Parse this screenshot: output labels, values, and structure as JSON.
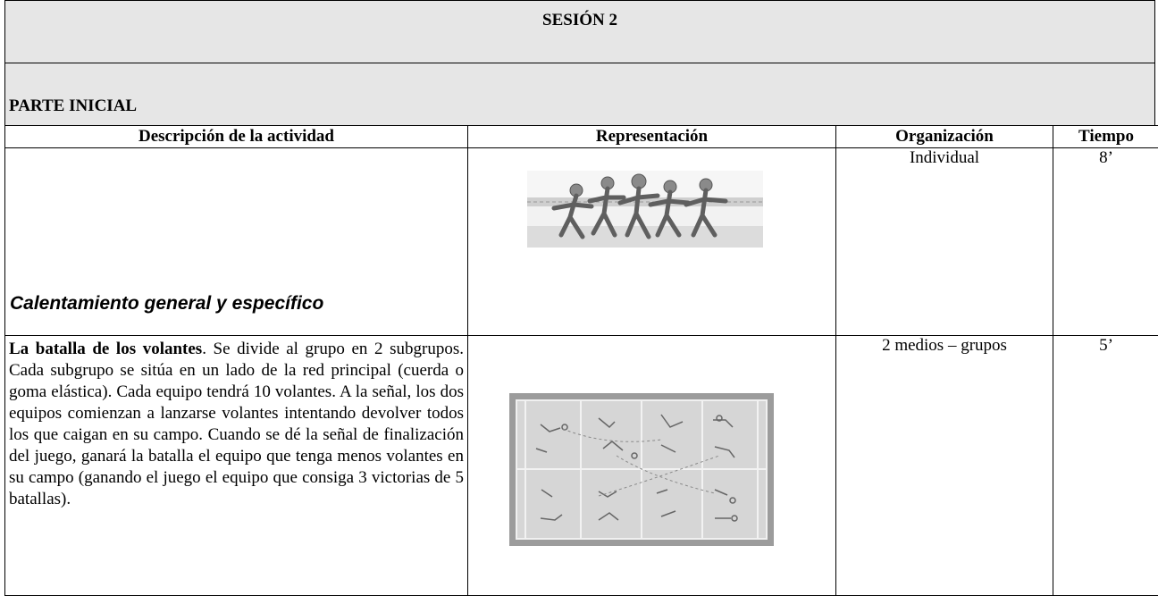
{
  "session_title": "SESIÓN 2",
  "part_title": "PARTE INICIAL",
  "table": {
    "headers": [
      "Descripción de la actividad",
      "Representación",
      "Organización",
      "Tiempo"
    ],
    "rows": [
      {
        "description": "Calentamiento general y específico",
        "representation_icon": "runners-warmup-image",
        "organization": "Individual",
        "time": "8’"
      },
      {
        "description_title": "La batalla de los volantes",
        "description_text": ". Se divide al grupo en 2 subgrupos. Cada subgrupo se sitúa en un lado de la red principal (cuerda o goma elástica). Cada equipo tendrá 10 volantes. A la señal, los dos equipos comienzan a lanzarse volantes intentando devolver todos los que caigan en su campo. Cuando se dé la señal de finalización del juego, ganará la batalla el equipo que tenga menos volantes en su campo (ganando el juego el equipo que consiga 3 victorias de 5 batallas).",
        "representation_icon": "badminton-court-image",
        "organization": "2 medios – grupos",
        "time": "5’"
      }
    ]
  }
}
